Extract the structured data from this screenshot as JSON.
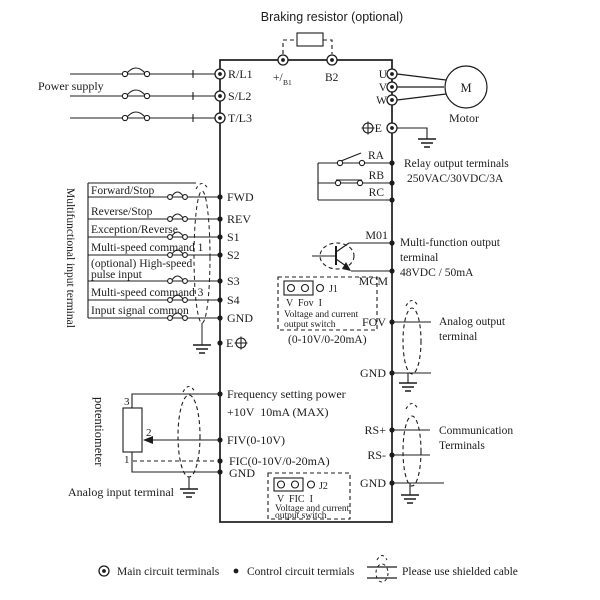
{
  "title": "Braking resistor (optional)",
  "power_supply": {
    "label": "Power supply",
    "terminals": [
      "R/L1",
      "S/L2",
      "T/L3"
    ]
  },
  "dc_bus": {
    "plus": "+/",
    "plus_sub": "B1",
    "b2": "B2"
  },
  "motor": {
    "symbol": "M",
    "label": "Motor",
    "u": "U",
    "v": "V",
    "w": "W",
    "earth": "E"
  },
  "relay": {
    "ra": "RA",
    "rb": "RB",
    "rc": "RC",
    "desc_line1": "Relay output terminals",
    "desc_line2": "250VAC/30VDC/3A"
  },
  "inputs": {
    "group_label": "Multifunctional input terminal",
    "rows": [
      {
        "label": "Forward/Stop",
        "terminal": "FWD"
      },
      {
        "label": "Reverse/Stop",
        "terminal": "REV"
      },
      {
        "label": "Exception/Reverse",
        "terminal": "S1"
      },
      {
        "label": "Multi-speed command 1",
        "terminal": "S2"
      },
      {
        "label": "(optional) High-speed",
        "label2": "pulse input",
        "terminal": "S3"
      },
      {
        "label": "Multi-speed command 3",
        "terminal": "S4"
      },
      {
        "label": "Input signal common",
        "terminal": "GND"
      }
    ],
    "earth": "E"
  },
  "multi_output": {
    "m01": "M01",
    "mcm": "MCM",
    "desc_line1": "Multi-function output",
    "desc_line2": "terminal",
    "desc_line3": "48VDC / 50mA"
  },
  "j1": {
    "name": "J1",
    "positions": "V  Fov  I",
    "desc_line1": "Voltage and current",
    "desc_line2": "output switch",
    "range": "(0-10V/0-20mA)"
  },
  "analog_output": {
    "terminal": "FOV",
    "desc_line1": "Analog output",
    "desc_line2": "terminal",
    "gnd": "GND"
  },
  "comm": {
    "rs_plus": "RS+",
    "rs_minus": "RS-",
    "desc_line1": "Communication",
    "desc_line2": "Terminals",
    "gnd": "GND"
  },
  "freq": {
    "line1": "Frequency setting power",
    "line2": "+10V  10mA (MAX)",
    "fiv": "FIV(0-10V)",
    "fic": "FIC(0-10V/0-20mA)",
    "gnd": "GND"
  },
  "pot": {
    "label": "potentiometer",
    "pin3": "3",
    "pin2": "2",
    "pin1": "1",
    "section_label": "Analog input terminal"
  },
  "j2": {
    "name": "J2",
    "positions": "V  FIC  I",
    "desc_line1": "Voltage and current",
    "desc_line2": "output switch"
  },
  "legend": {
    "main": "Main circuit terminals",
    "control": "Control circuit termials",
    "shield": "Please use shielded cable"
  },
  "colors": {
    "ink": "#1c1c1c",
    "background": "#ffffff"
  }
}
